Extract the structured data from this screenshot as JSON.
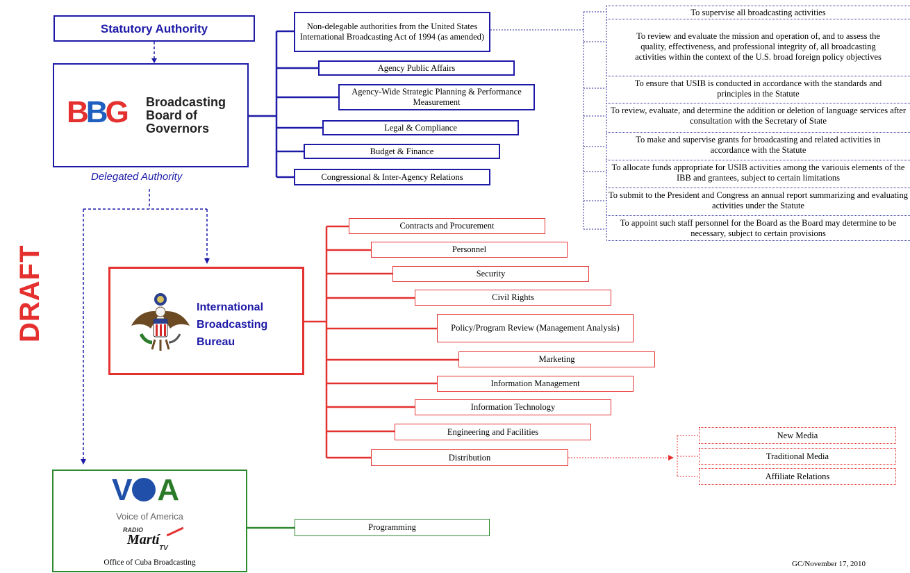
{
  "statutory_authority": "Statutory Authority",
  "bbg": {
    "logo_text": "BBG",
    "name_line1": "Broadcasting",
    "name_line2": "Board of",
    "name_line3": "Governors"
  },
  "delegated_authority": "Delegated Authority",
  "bbg_functions": [
    "Non-delegable authorities from the United States International Broadcasting Act of 1994 (as amended)",
    "Agency Public Affairs",
    "Agency-Wide Strategic Planning & Performance Measurement",
    "Legal & Compliance",
    "Budget & Finance",
    "Congressional & Inter-Agency Relations"
  ],
  "authorities": [
    "To supervise all broadcasting activities",
    "To review and evaluate the mission and operation of, and to assess the quality, effectiveness, and professional integrity of, all broadcasting activities within the context of the U.S. broad foreign policy objectives",
    "To ensure that USIB is conducted in accordance with the standards and principles in the Statute",
    "To review, evaluate, and determine the addition or deletion of language services after consultation with the Secretary of State",
    "To make and supervise grants for broadcasting and related activities in accordance with the Statute",
    "To allocate funds appropriate for USIB activities among the variouis elements of the IBB and grantees, subject to certain limitations",
    "To submit to the President and Congress an annual report summarizing and evaluating activities under the Statute",
    "To appoint such staff personnel for the Board as the Board may determine to be necessary, subject to certain provisions"
  ],
  "draft": "DRAFT",
  "ibb": {
    "line1": "International",
    "line2": "Broadcasting",
    "line3": "Bureau"
  },
  "ibb_offices": [
    "Contracts and Procurement",
    "Personnel",
    "Security",
    "Civil Rights",
    "Policy/Program Review (Management Analysis)",
    "Marketing",
    "Information Management",
    "Information Technology",
    "Engineering and Facilities",
    "Distribution"
  ],
  "distribution_units": [
    "New Media",
    "Traditional Media",
    "Affiliate Relations"
  ],
  "voa": {
    "logo": "VOA",
    "name": "Voice of America",
    "radio_marti": "RADIO",
    "marti": "Martí",
    "tv": "TV",
    "ocb": "Office of Cuba Broadcasting"
  },
  "programming": "Programming",
  "footer": "GC/November 17, 2010",
  "colors": {
    "bbg_blue": "#1d1aa8",
    "ibb_red": "#e53030",
    "voa_green": "#2e8a2e",
    "logo_blue": "#1f5fbf"
  }
}
